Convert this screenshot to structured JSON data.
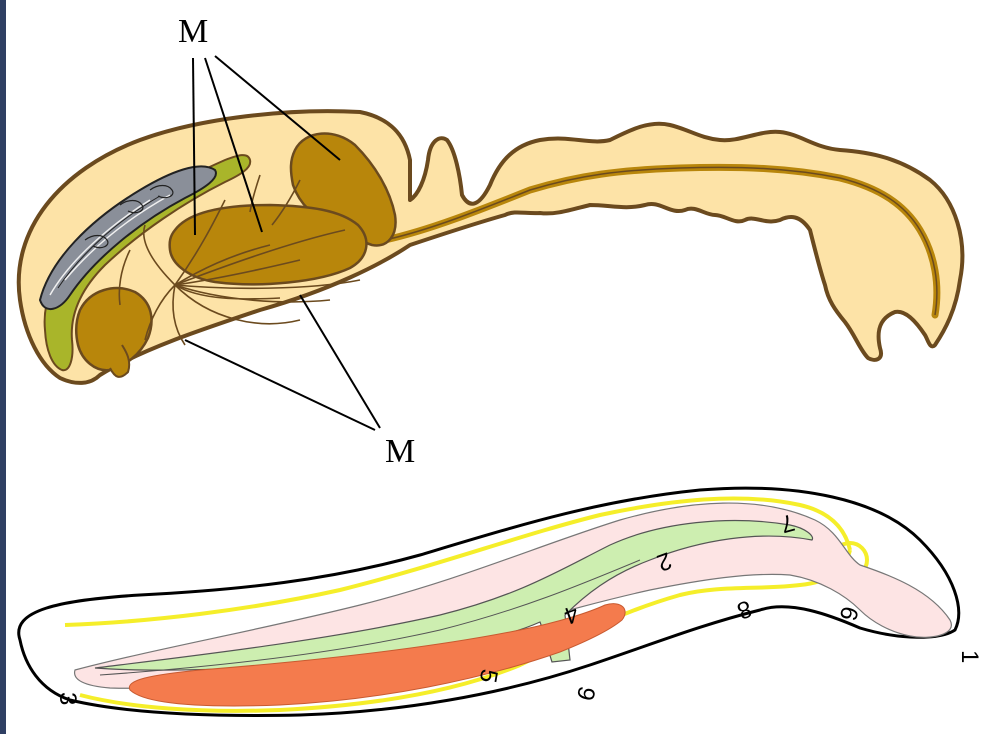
{
  "diagram": {
    "top_labels": {
      "upper": "M",
      "lower": "M"
    },
    "bottom_numbers": [
      "1",
      "2",
      "3",
      "4",
      "5",
      "6",
      "7",
      "8",
      "9"
    ],
    "colors": {
      "body_fill": "#fde3a7",
      "organ_fill": "#b8860b",
      "gland_fill": "#a9b52a",
      "outline": "#6b4a1e",
      "nerve_yellow": "#f5ee2a",
      "pink_tissue": "#fde4e4",
      "green_tissue": "#cdeeb0",
      "orange_organ": "#f47b4d",
      "side_bar": "#2f3f63"
    }
  }
}
